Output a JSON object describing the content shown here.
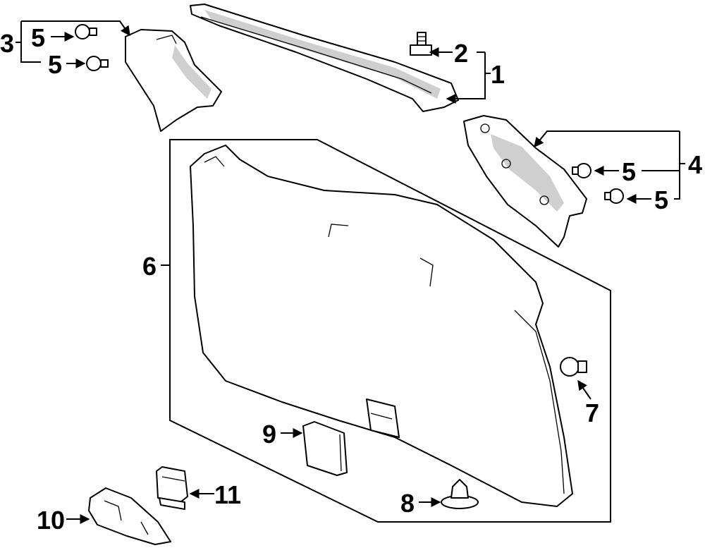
{
  "diagram": {
    "callouts": {
      "c1": "1",
      "c2": "2",
      "c3": "3",
      "c4": "4",
      "c5a": "5",
      "c5b": "5",
      "c5c": "5",
      "c5d": "5",
      "c6": "6",
      "c7": "7",
      "c8": "8",
      "c9": "9",
      "c10": "10",
      "c11": "11"
    }
  }
}
